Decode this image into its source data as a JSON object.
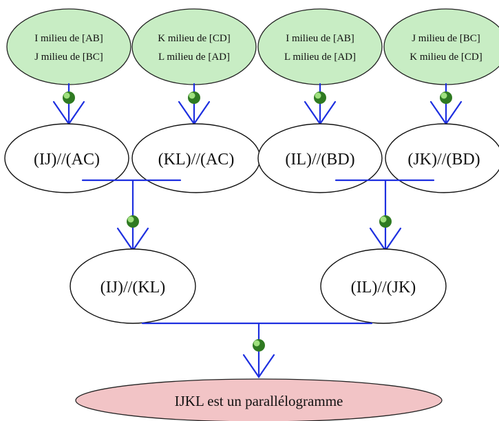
{
  "premises": [
    {
      "line1": "I milieu de [AB]",
      "line2": "J milieu de [BC]"
    },
    {
      "line1": "K milieu de [CD]",
      "line2": "L milieu de [AD]"
    },
    {
      "line1": "I milieu de [AB]",
      "line2": "L milieu de [AD]"
    },
    {
      "line1": "J milieu de [BC]",
      "line2": "K milieu de [CD]"
    }
  ],
  "level1": [
    "(IJ)//(AC)",
    "(KL)//(AC)",
    "(IL)//(BD)",
    "(JK)//(BD)"
  ],
  "level2": [
    "(IJ)//(KL)",
    "(IL)//(JK)"
  ],
  "conclusion": "IJKL est un parallélogramme",
  "colors": {
    "premise_fill": "#c8edc4",
    "goal_fill": "#f2c4c6",
    "connector": "#1d2fe0",
    "bullet": "#2f7a22"
  }
}
